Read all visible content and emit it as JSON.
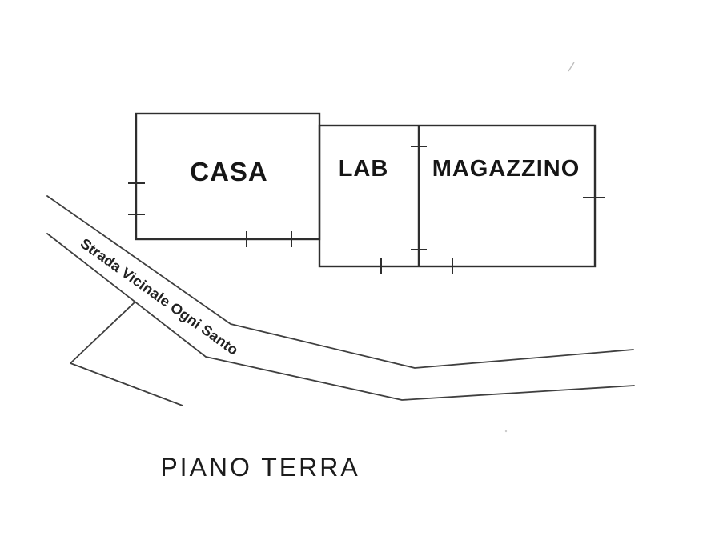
{
  "page": {
    "background_color": "#ffffff",
    "line_color": "#2e2e2e",
    "text_color": "#161616"
  },
  "floorplan": {
    "title": "PIANO TERRA",
    "rooms": [
      {
        "label": "CASA"
      },
      {
        "label": "LAB"
      },
      {
        "label": "MAGAZZINO"
      }
    ],
    "road": {
      "label": "Strada Vicinale Ogni Santo"
    }
  }
}
